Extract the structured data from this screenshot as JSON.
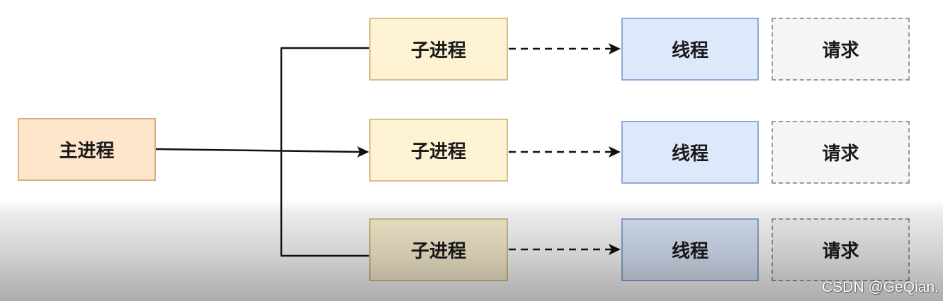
{
  "main_process": {
    "label": "主进程"
  },
  "child_processes": [
    {
      "label": "子进程"
    },
    {
      "label": "子进程"
    },
    {
      "label": "子进程"
    }
  ],
  "threads": [
    {
      "label": "线程"
    },
    {
      "label": "线程"
    },
    {
      "label": "线程"
    }
  ],
  "requests": [
    {
      "label": "请求"
    },
    {
      "label": "请求"
    },
    {
      "label": "请求"
    }
  ],
  "watermark": "CSDN @GeQian.",
  "colors": {
    "main_fill": "#fde6cc",
    "main_border": "#d8b07e",
    "child_fill": "#fdf2d3",
    "child_border": "#d7c08a",
    "thread_fill": "#dde8fb",
    "thread_border": "#8fa9d6",
    "request_fill": "#f5f5f5",
    "request_border": "#9a9a9a",
    "line": "#111111"
  }
}
